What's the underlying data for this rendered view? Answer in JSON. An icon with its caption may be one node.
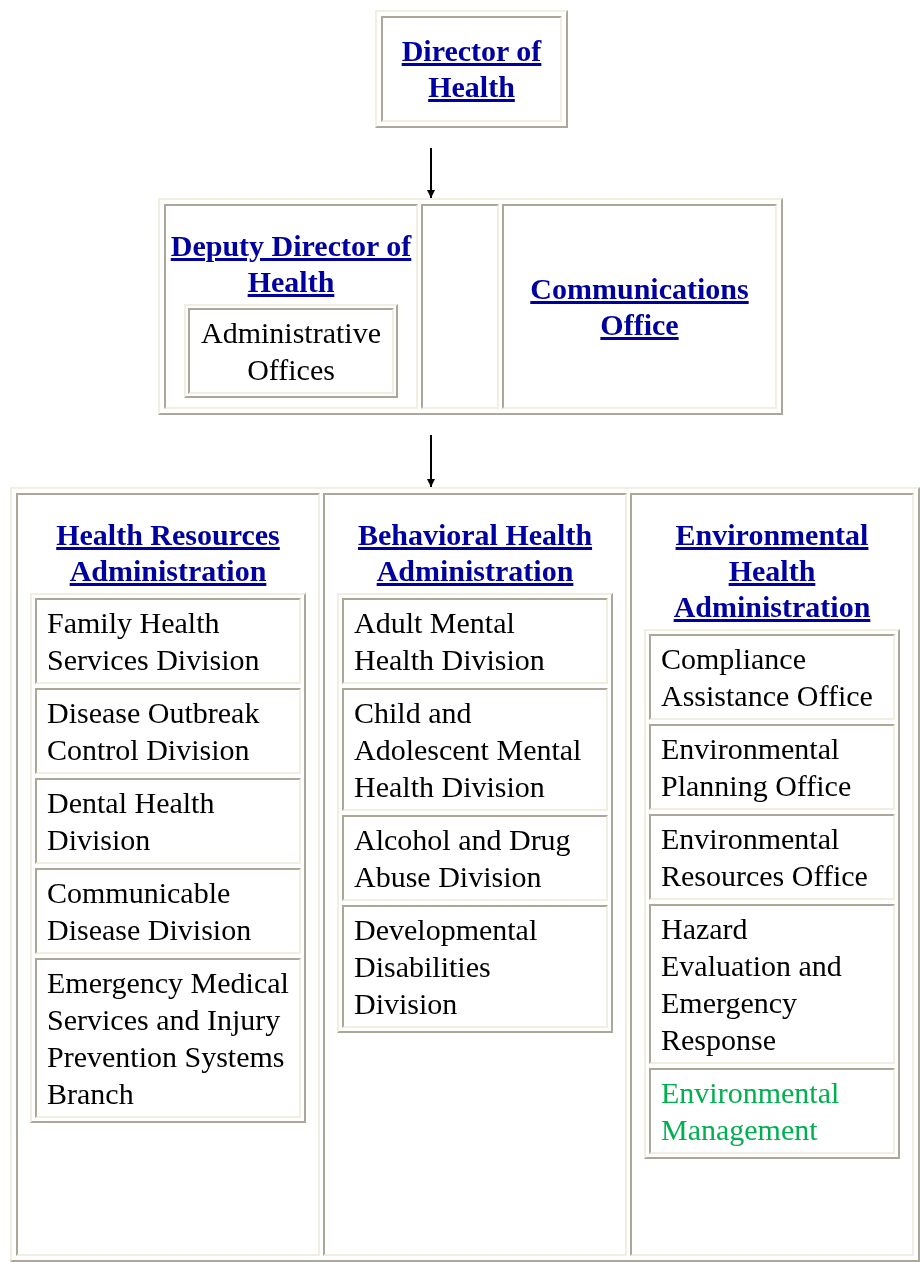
{
  "diagram": {
    "nodes": [
      {
        "text": [
          "Director of Health"
        ]
      },
      {
        "text": [],
        "shape": "box"
      },
      {
        "text": [
          "Deputy Director of Health"
        ],
        "in": 1
      },
      {
        "text": [
          "Administrative Offices"
        ],
        "in": 2
      },
      {
        "text": [],
        "shape": "box",
        "in": 1
      },
      {
        "text": [
          "Communications Office"
        ],
        "in": 1
      },
      {
        "text": [],
        "shape": "box"
      },
      {
        "text": [
          "Health Resources Administration"
        ],
        "in": 6
      },
      {
        "text": [
          "Family Health Services Division"
        ],
        "in": 7
      },
      {
        "text": [
          "Disease Outbreak Control Division"
        ],
        "in": 7
      },
      {
        "text": [
          "Dental Health Division"
        ],
        "in": 7
      },
      {
        "text": [
          "Communicable Disease Division"
        ],
        "in": 7
      },
      {
        "text": [
          "Emergency Medical Services and Injury Prevention Systems Branch"
        ],
        "in": 7
      },
      {
        "text": [
          "Behavioral Health Administration"
        ],
        "in": 6
      },
      {
        "text": [
          "Adult Mental Health Division"
        ],
        "in": 13
      },
      {
        "text": [
          "Child and Adolescent Mental Health Division"
        ],
        "in": 13
      },
      {
        "text": [
          "Alcohol and Drug Abuse Division"
        ],
        "in": 13
      },
      {
        "text": [
          "Developmental Disabilities Division"
        ],
        "in": 13
      },
      {
        "text": [
          "Environmental Health Administration"
        ],
        "in": 6
      },
      {
        "text": [
          "Compliance Assistance Office"
        ],
        "in": 18
      },
      {
        "text": [
          "Environmental Planning Office"
        ],
        "in": 18
      },
      {
        "text": [
          "Environmental Resources Office"
        ],
        "in": 18
      },
      {
        "text": [
          "Hazard Evaluation and Emergency Response"
        ],
        "in": 18
      },
      {
        "text": [
          "Environmental Management"
        ],
        "in": 18
      }
    ],
    "edges": [
      {
        "from": 0,
        "to": 1,
        "arrow": "to"
      },
      {
        "from": 1,
        "to": 6,
        "arrow": "to"
      }
    ]
  }
}
